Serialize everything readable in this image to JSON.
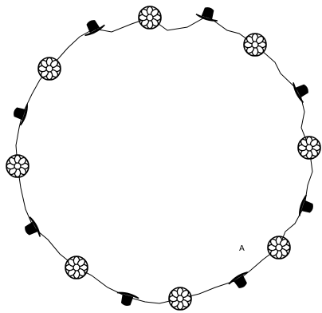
{
  "diagram": {
    "ring_sequence": [
      "flower",
      "hat",
      "flower",
      "hat",
      "flower",
      "hat",
      "flower",
      "hat",
      "flower",
      "hat",
      "flower",
      "hat",
      "flower",
      "hat",
      "flower",
      "hat"
    ],
    "point_label": "A",
    "colors": {
      "ink": "#000000",
      "flower_fill": "#ffffff",
      "background": "#ffffff"
    },
    "icons": {
      "flower": "flower-icon",
      "hat": "hat-icon"
    }
  }
}
